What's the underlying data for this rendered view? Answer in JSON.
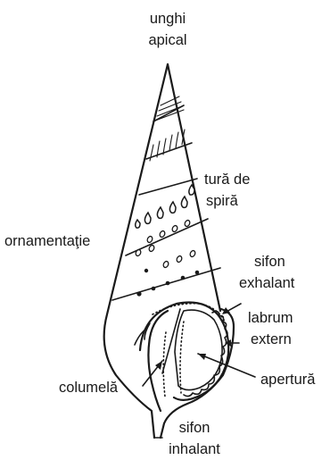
{
  "labels": {
    "apical_angle": [
      "unghi",
      "apical"
    ],
    "whorl": [
      "tură de",
      "spiră"
    ],
    "ornamentation": "ornamentaţie",
    "exhalant_siphon": [
      "sifon",
      "exhalant"
    ],
    "outer_lip": [
      "labrum",
      "extern"
    ],
    "columella": "columelă",
    "aperture": "apertură",
    "inhalant_siphon": [
      "sifon",
      "inhalant"
    ]
  }
}
